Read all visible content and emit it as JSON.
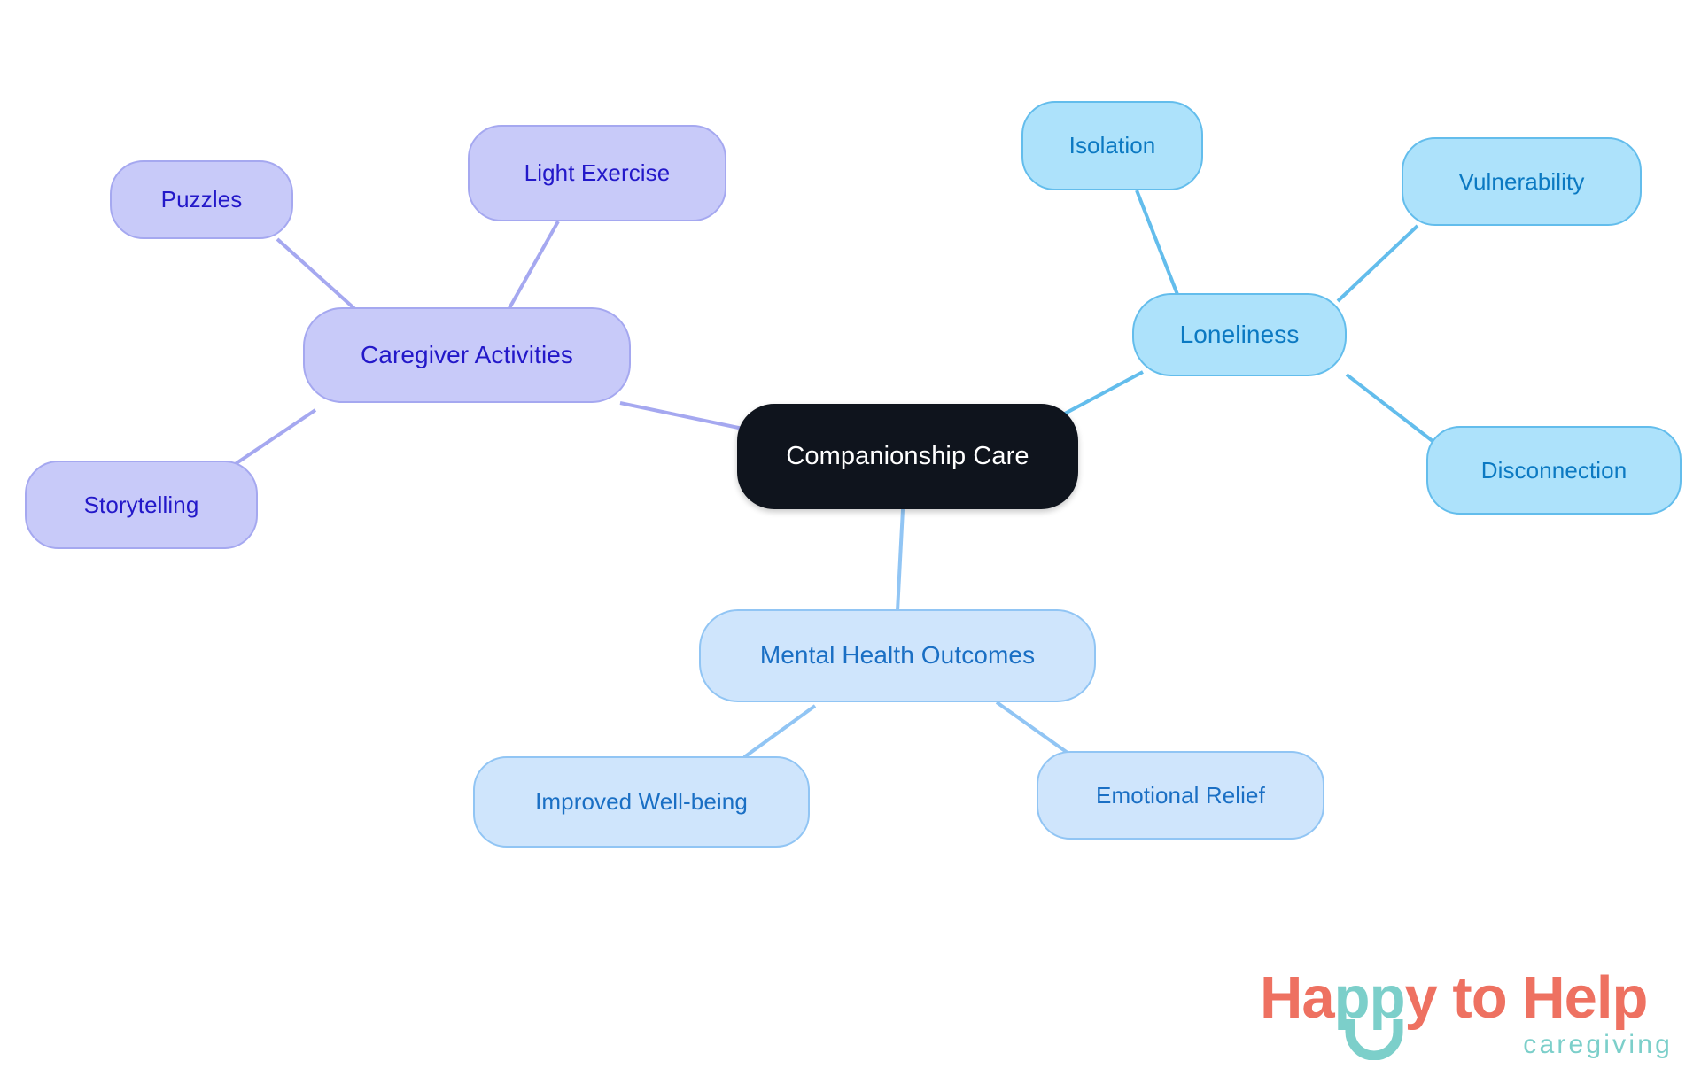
{
  "diagram": {
    "type": "mindmap",
    "title": "Companionship Care",
    "background": "#ffffff",
    "root": {
      "id": "companionship-care",
      "label": "Companionship Care",
      "fill": "#0f141d",
      "text": "#ffffff"
    },
    "branches": [
      {
        "id": "caregiver-activities",
        "label": "Caregiver Activities",
        "fill": "#c8caf9",
        "border": "#a5a8f0",
        "text": "#2318c9",
        "children": [
          {
            "id": "puzzles",
            "label": "Puzzles"
          },
          {
            "id": "light-exercise",
            "label": "Light Exercise"
          },
          {
            "id": "storytelling",
            "label": "Storytelling"
          }
        ]
      },
      {
        "id": "loneliness",
        "label": "Loneliness",
        "fill": "#ade2fb",
        "border": "#63bdec",
        "text": "#0b79c2",
        "children": [
          {
            "id": "isolation",
            "label": "Isolation"
          },
          {
            "id": "vulnerability",
            "label": "Vulnerability"
          },
          {
            "id": "disconnection",
            "label": "Disconnection"
          }
        ]
      },
      {
        "id": "mental-health-outcomes",
        "label": "Mental Health Outcomes",
        "fill": "#cfe5fc",
        "border": "#91c5f4",
        "text": "#1a6fc4",
        "children": [
          {
            "id": "improved-well-being",
            "label": "Improved Well-being"
          },
          {
            "id": "emotional-relief",
            "label": "Emotional Relief"
          }
        ]
      }
    ]
  },
  "nodes": {
    "root": "Companionship Care",
    "caregiver_activities": "Caregiver Activities",
    "puzzles": "Puzzles",
    "light_exercise": "Light Exercise",
    "storytelling": "Storytelling",
    "loneliness": "Loneliness",
    "isolation": "Isolation",
    "vulnerability": "Vulnerability",
    "disconnection": "Disconnection",
    "mental_health_outcomes": "Mental Health Outcomes",
    "improved_well_being": "Improved Well-being",
    "emotional_relief": "Emotional Relief"
  },
  "brand": {
    "word_happy_h": "H",
    "word_happy_a": "a",
    "word_happy_pp": "pp",
    "word_happy_y": "y",
    "word_to_help": " to Help",
    "tagline": "caregiving",
    "primary_color": "#ee7161",
    "accent_color": "#7ccfca"
  }
}
